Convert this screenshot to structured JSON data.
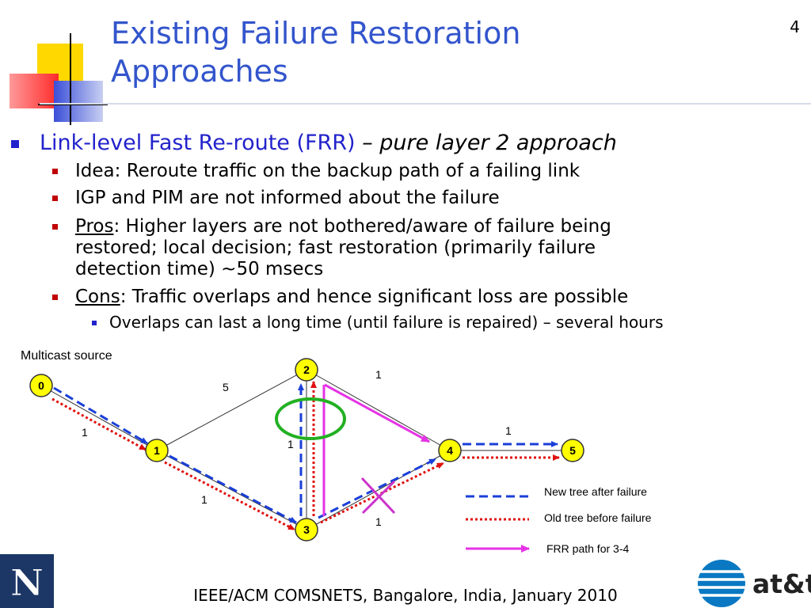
{
  "title": "Existing Failure Restoration Approaches",
  "page_number": "4",
  "bullets": {
    "main_label": "Link-level Fast Re-route (FRR)",
    "main_suffix": "– pure layer 2 approach",
    "idea": "Idea: Reroute traffic on the backup path of a failing link",
    "igp": "IGP and PIM are not informed about the failure",
    "pros_label": "Pros",
    "pros_line1": ": Higher layers are not bothered/aware of failure being",
    "pros_line2": "restored; local decision; fast restoration (primarily failure",
    "pros_line3": "detection time) ~50 msecs",
    "cons_label": "Cons",
    "cons_text": ": Traffic overlaps and hence significant loss are possible",
    "sub": "Overlaps can last a long time (until failure is repaired) – several hours"
  },
  "diagram": {
    "source_label": "Multicast source",
    "nodes": [
      "0",
      "1",
      "2",
      "3",
      "4",
      "5"
    ],
    "edge_weights": {
      "e01": "1",
      "e12": "5",
      "e13": "1",
      "e23": "1",
      "e24": "1",
      "e34": "1",
      "e45": "1"
    },
    "legend": {
      "new_tree": "New tree after failure",
      "old_tree": "Old tree before failure",
      "frr_path": "FRR path for 3-4"
    },
    "colors": {
      "new_tree": "#1a3fd8",
      "old_tree": "#e01010",
      "frr": "#e633e6",
      "node_fill": "#ffff00",
      "overlap_circle": "#22b022",
      "failure_x": "#cc33cc"
    }
  },
  "footer": "IEEE/ACM COMSNETS, Bangalore, India, January 2010",
  "logos": {
    "left": "N",
    "right": "at&t"
  }
}
